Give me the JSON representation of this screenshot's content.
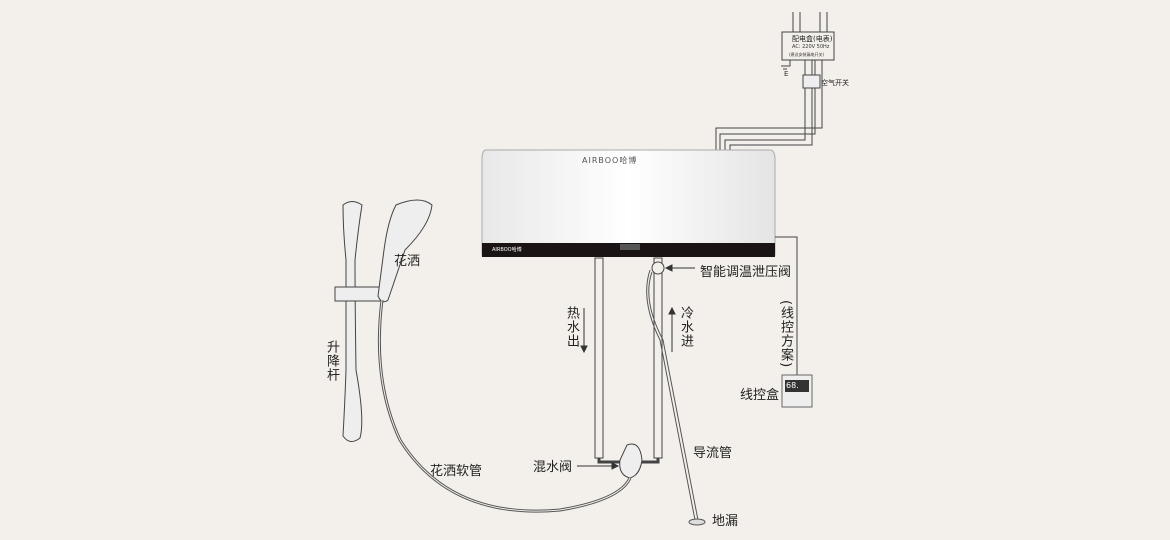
{
  "heater": {
    "brand": "AIRBOO哈博",
    "brand_small": "AIRBOO哈博"
  },
  "power_box": {
    "title": "配电盒(电表)",
    "spec": "AC: 220V  50Hz",
    "note": "(建议安装漏电开关)",
    "ground": "E",
    "switch": "空气开关"
  },
  "labels": {
    "valve": "智能调温泄压阀",
    "hot_out": "热水出",
    "cold_in": "冷水进",
    "wired": "(线控方案)",
    "control_box": "线控盒",
    "control_display": "68.",
    "shower": "花洒",
    "rail": "升降杆",
    "hose": "花洒软管",
    "mixer": "混水阀",
    "drain_pipe": "导流管",
    "floor_drain": "地漏"
  },
  "colors": {
    "background": "#f3f0eb",
    "panel": "#1a1414",
    "line": "#333333"
  }
}
